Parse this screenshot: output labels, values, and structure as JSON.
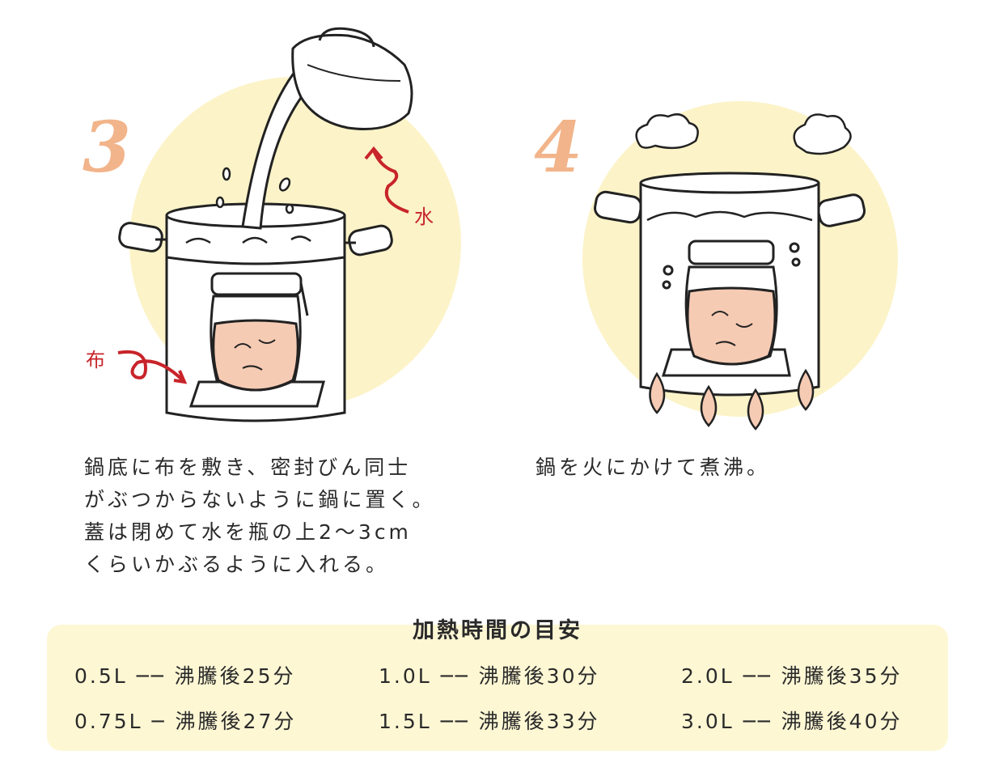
{
  "step3": {
    "number": "3",
    "label_cloth": "布",
    "label_water": "水",
    "caption_lines": [
      "鍋底に布を敷き、密封びん同士",
      "がぶつからないように鍋に置く。",
      "蓋は閉めて水を瓶の上2〜3cm",
      "くらいかぶるように入れる。"
    ]
  },
  "step4": {
    "number": "4",
    "caption_lines": [
      "鍋を火にかけて煮沸。"
    ]
  },
  "timing": {
    "title": "加熱時間の目安",
    "rows": [
      [
        "0.5L ── 沸騰後25分",
        "1.0L ── 沸騰後30分",
        "2.0L ── 沸騰後35分"
      ],
      [
        "0.75L ─ 沸騰後27分",
        "1.5L ── 沸騰後33分",
        "3.0L ── 沸騰後40分"
      ]
    ]
  },
  "colors": {
    "step_number": "#f2b48a",
    "circle_bg": "#fcf3c8",
    "jar_fill": "#f6cbb4",
    "arrow_red": "#c8242a",
    "table_bg": "#fdf7d4"
  }
}
